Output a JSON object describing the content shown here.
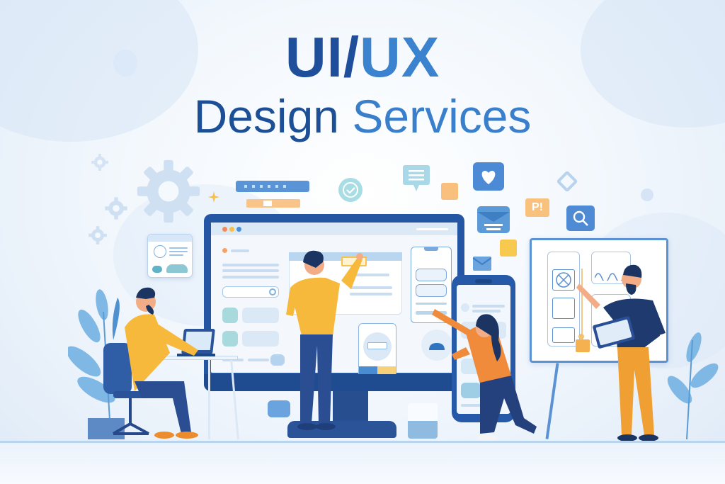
{
  "banner": {
    "title_line1": {
      "part1": "UI/",
      "part2": "UX"
    },
    "title_line2": {
      "part1": "Design",
      "part2": "Services"
    }
  },
  "colors": {
    "title_dark_blue": "#1f4f9a",
    "title_light_blue": "#3b82cf",
    "monitor_frame": "#2456a4",
    "shirt_yellow": "#f6b93b",
    "pants_navy": "#24417e",
    "accent_orange": "#f4a14a",
    "background": "#eef5fc"
  },
  "illustration": {
    "scene": "Team of designers working on UI wireframes",
    "elements": [
      {
        "name": "large-monitor",
        "content": "website wireframe"
      },
      {
        "name": "smartphone",
        "content": "mobile app layout"
      },
      {
        "name": "whiteboard-easel",
        "content": "wireframe sketches"
      },
      {
        "name": "laptop-desk",
        "content": "seated designer"
      }
    ],
    "floating_icons": [
      "gear-icon",
      "check-circle-icon",
      "chat-bubble-icon",
      "heart-icon",
      "search-icon",
      "mail-icon",
      "sparkle-icon",
      "alert-badge-icon"
    ],
    "badge_text": "P!"
  }
}
